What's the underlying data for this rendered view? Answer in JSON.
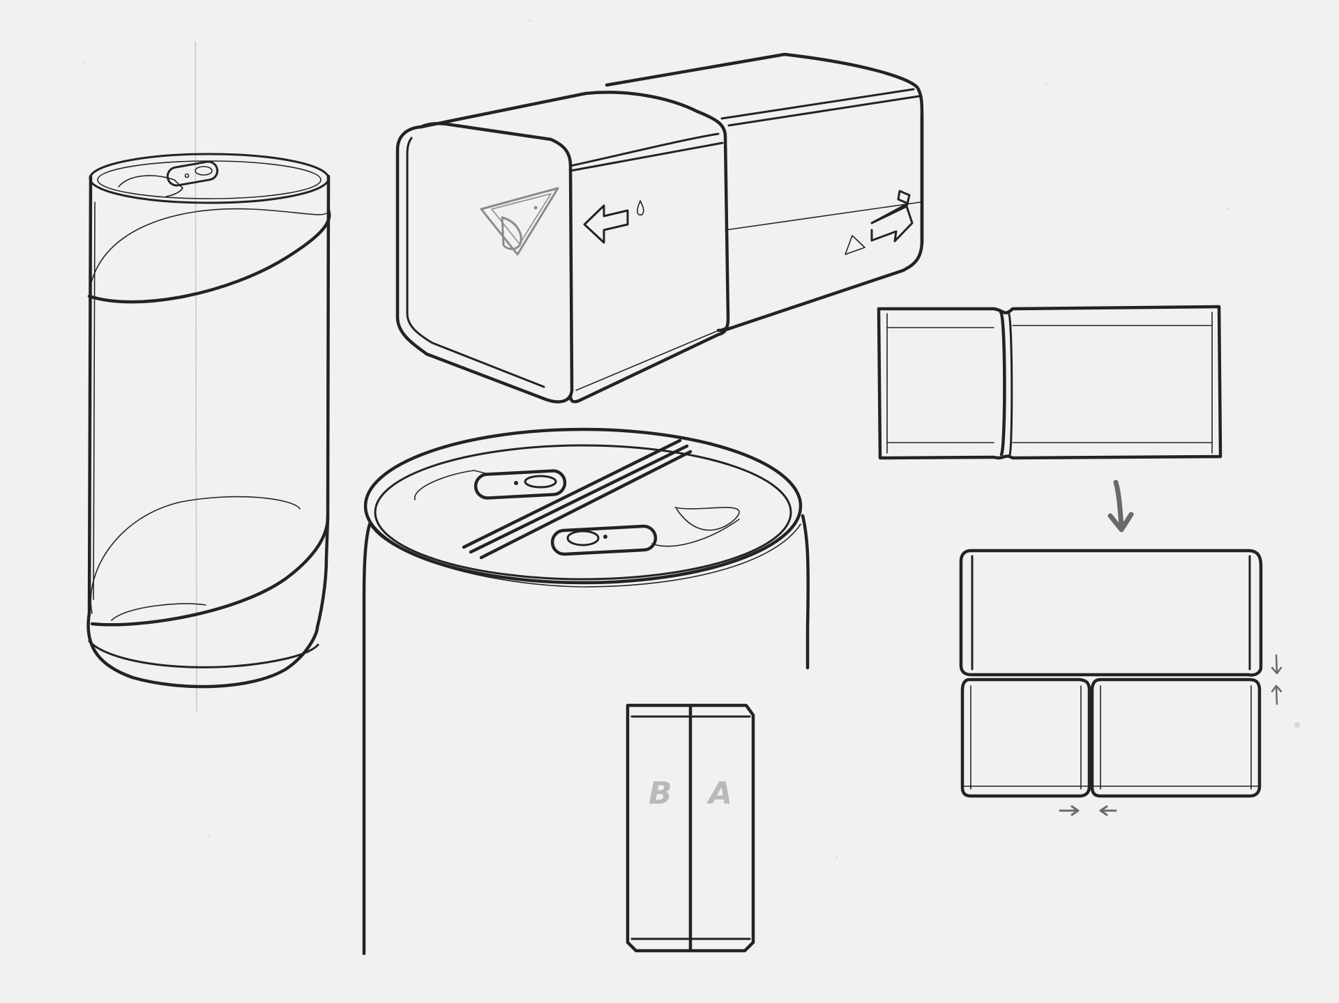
{
  "sketch": {
    "compartment_labels": {
      "left": "B",
      "right": "A"
    },
    "colors": {
      "paper": "#f1f1ef",
      "ink": "#232323",
      "pencil": "#8a8a8a",
      "letter": "#b9b9b9"
    },
    "drawings": [
      "tall-rotating-can",
      "twin-square-boxes",
      "split-lid-can",
      "flat-net-top",
      "flat-net-folded",
      "can-side-panel"
    ]
  }
}
